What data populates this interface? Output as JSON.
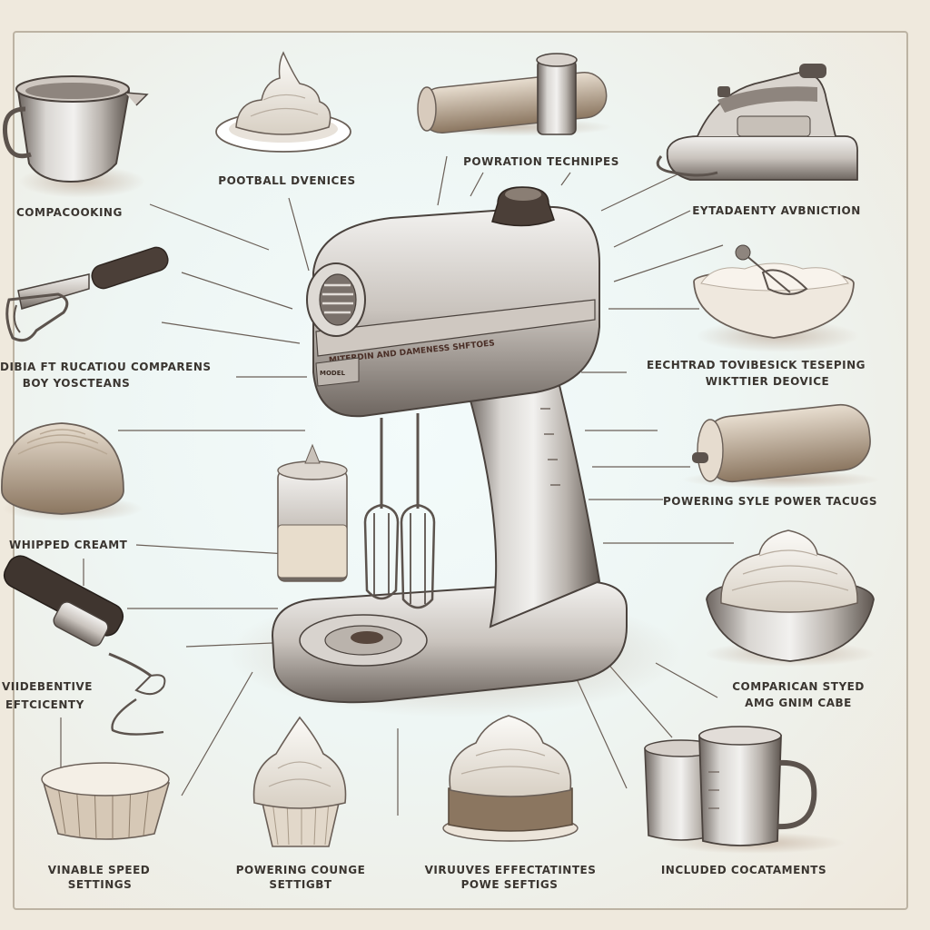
{
  "labels": {
    "compacooking": "COMPACOOKING",
    "football_devices": "POOTBALL DVENICES",
    "powration_techniques": "POWRATION TECHNIPES",
    "eytadaenty": "EYTADAENTY AVBNICTION",
    "dibia_line1": "DIBIA FT RUCATIOU COMPARENS",
    "dibia_line2": "BOY YOSCTEANS",
    "eechtrad_line1": "EECHTRAD TOVIBESICK TESEPING",
    "eechtrad_line2": "WIKTTIER DEOVICE",
    "whipped_cream": "WHIPPED CREAMT",
    "powering_style": "POWERING SYLE POWER TACUGS",
    "viidebentive_line1": "VIIDEBENTIVE",
    "viidebentive_line2": "EFTCICENTY",
    "compartican_line1": "COMPARICAN STYED",
    "compartican_line2": "AMG GNIM CABE",
    "vinable_line1": "VINABLE SPEED",
    "vinable_line2": "SETTINGS",
    "powering_cousge_line1": "POWERING COUNGE",
    "powering_cousge_line2": "SETTIGBT",
    "viruvives_line1": "VIRUUVES EFFECTATINTES",
    "viruvives_line2": "POWE SEFTIGS",
    "included": "INCLUDED COCATAMENTS",
    "mixer_band": "MITERDIN AND DAMENESS SHFTOES",
    "mixer_badge": "MODEL"
  },
  "icons": [
    "mixing-bowl",
    "whipped-cream-plate",
    "rolling-pin",
    "steam-iron",
    "hand-mixer-beaters",
    "whisk-bowl",
    "bread-loaf",
    "spice-shaker",
    "rolling-pin",
    "cream-bowl",
    "immersion-blender",
    "cupcake-liner",
    "meringue-cupcake",
    "frosted-cake",
    "measuring-cups",
    "stand-mixer"
  ]
}
